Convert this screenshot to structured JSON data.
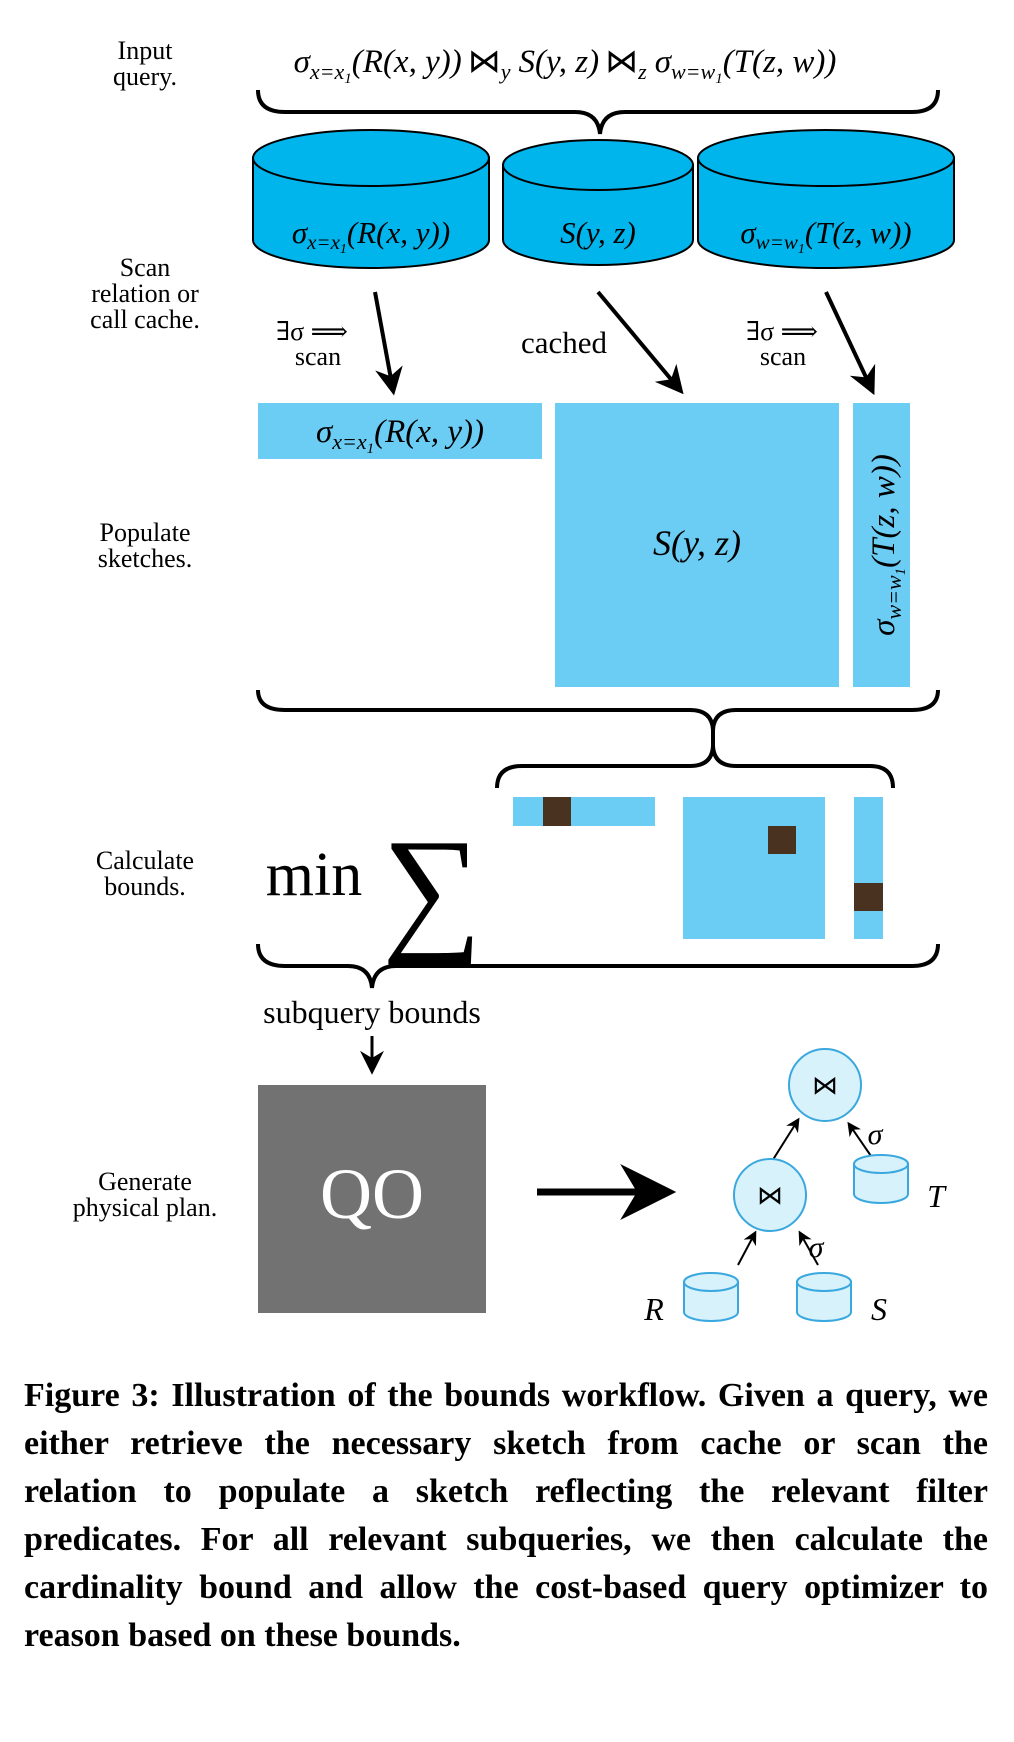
{
  "stages": {
    "input": [
      "Input",
      "query."
    ],
    "scan": [
      "Scan",
      "relation or",
      "call cache."
    ],
    "populate": [
      "Populate",
      "sketches."
    ],
    "calculate": [
      "Calculate",
      "bounds."
    ],
    "generate": [
      "Generate",
      "physical plan."
    ]
  },
  "query": {
    "sigma_x": "σ",
    "sub_x": "x=x",
    "sub_x_idx": "1",
    "r_term": "(R(x, y))",
    "join_y": "⋈",
    "join_y_sub": "y",
    "s_term": "S(y, z)",
    "join_z": "⋈",
    "join_z_sub": "z",
    "sigma_w": "σ",
    "sub_w": "w=w",
    "sub_w_idx": "1",
    "t_term": "(T(z, w))"
  },
  "cylinders": {
    "left": {
      "sigma": "σ",
      "sub": "x=x",
      "idx": "1",
      "term": "(R(x, y))"
    },
    "middle": {
      "term": "S(y, z)"
    },
    "right": {
      "sigma": "σ",
      "sub": "w=w",
      "idx": "1",
      "term": "(T(z, w))"
    }
  },
  "arrow_labels": {
    "left": [
      "∃σ ⟹",
      "scan"
    ],
    "middle": "cached",
    "right": [
      "∃σ ⟹",
      "scan"
    ]
  },
  "sketches": {
    "left": {
      "sigma": "σ",
      "sub": "x=x",
      "idx": "1",
      "term": "(R(x, y))"
    },
    "middle": {
      "term": "S(y, z)"
    },
    "right": {
      "sigma": "σ",
      "sub": "w=w",
      "idx": "1",
      "term": "(T(z, w))"
    }
  },
  "bounds": {
    "min": "min",
    "sum": "∑",
    "subquery_label": "subquery bounds"
  },
  "optimizer": {
    "label": "QO"
  },
  "plan": {
    "join_symbol": "⋈",
    "sigma_upper": "σ",
    "sigma_lower": "σ",
    "leaf_t": "T",
    "leaf_r": "R",
    "leaf_s": "S"
  },
  "caption": {
    "label": "Figure 3:",
    "text": "Illustration of the bounds workflow. Given a query, we either retrieve the necessary sketch from cache or scan the relation to populate a sketch reflecting the relevant filter predicates. For all relevant subqueries, we then calculate the cardinality bound and allow the cost-based query optimizer to reason based on these bounds."
  },
  "colors": {
    "cylinder_fill": "#00b4ec",
    "sketch_fill": "#6bcdf4",
    "highlight_cell": "#4a3220",
    "optimizer_box": "#727272",
    "plan_node_fill": "#d8f2fc",
    "plan_node_stroke": "#3aa8de"
  }
}
